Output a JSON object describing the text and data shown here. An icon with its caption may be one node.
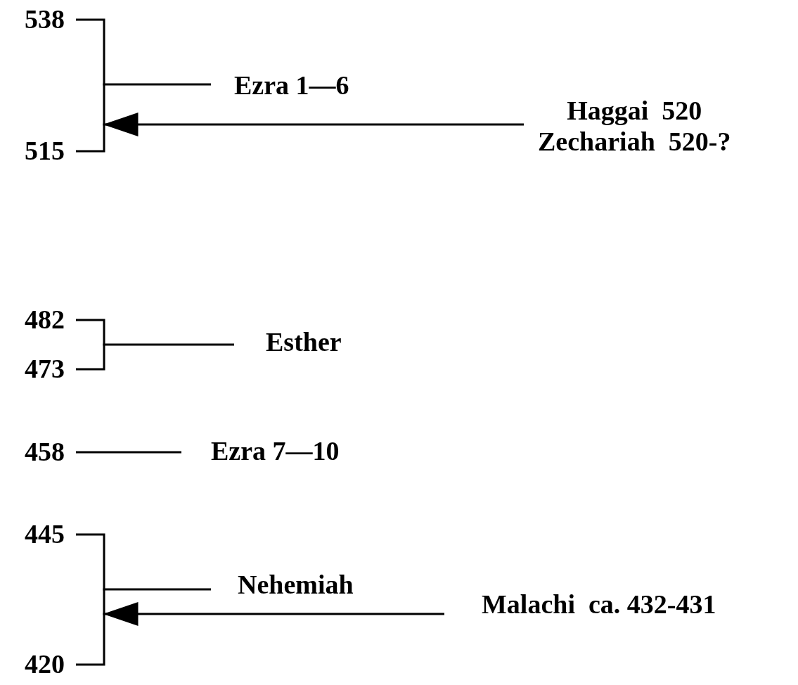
{
  "diagram": {
    "nodes": [
      {
        "text": [
          "Ezra 1—6"
        ]
      },
      {
        "text": [
          "Haggai  520",
          "Zechariah  520-?"
        ]
      },
      {
        "text": [
          "Esther"
        ]
      },
      {
        "text": [
          "Ezra 7—10"
        ]
      },
      {
        "text": [
          "Nehemiah"
        ]
      },
      {
        "text": [
          "Malachi  ca. 432-431"
        ]
      },
      {
        "text": [],
        "shape": "bracket"
      },
      {
        "text": [],
        "shape": "bracket"
      },
      {
        "text": [],
        "shape": "bracket"
      }
    ],
    "edges": [
      {
        "from": 6,
        "to": 0,
        "arrow": "none"
      },
      {
        "from": 1,
        "to": 6,
        "arrow": "to"
      },
      {
        "from": 7,
        "to": 2,
        "arrow": "none"
      },
      {
        "from": null,
        "to": 3,
        "arrow": "none"
      },
      {
        "from": 8,
        "to": 4,
        "arrow": "none"
      },
      {
        "from": 5,
        "to": 8,
        "arrow": "to"
      }
    ],
    "labels": [
      "538",
      "515",
      "482",
      "473",
      "458",
      "445",
      "420"
    ]
  }
}
